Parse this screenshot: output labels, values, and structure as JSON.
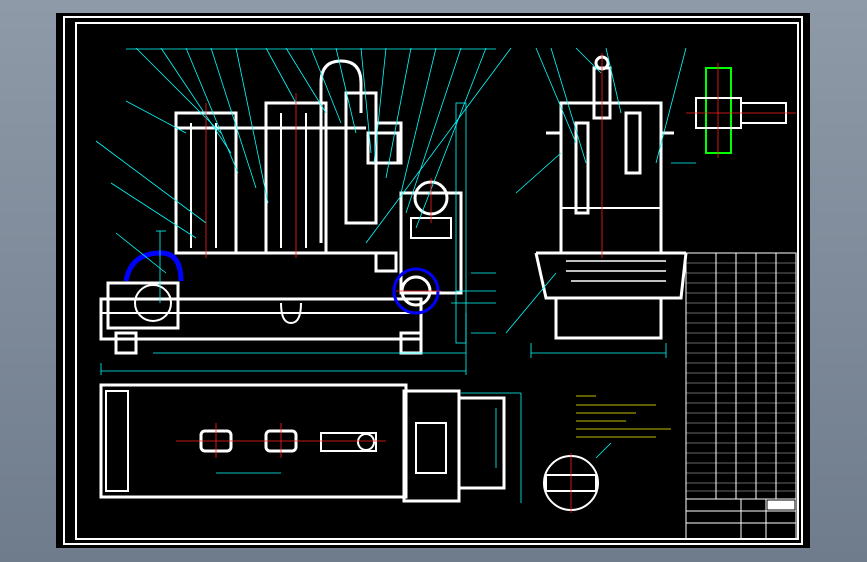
{
  "viewer": {
    "background_top": "#8f9aa8",
    "background_bottom": "#6f7c8c",
    "sheet_color": "#000000"
  },
  "drawing": {
    "line_colors": {
      "outline": "#ffffff",
      "leader": "#00ffff",
      "dimension": "#00ffff",
      "center": "#ff2020",
      "note": "#ffff00",
      "section": "#00ff00",
      "highlight": "#0000ff"
    },
    "views": [
      "front-view",
      "side-view",
      "plan-view",
      "detail-view-valve",
      "detail-view-section"
    ],
    "notes_present": true,
    "parts_list_present": true,
    "title_block_present": true
  }
}
